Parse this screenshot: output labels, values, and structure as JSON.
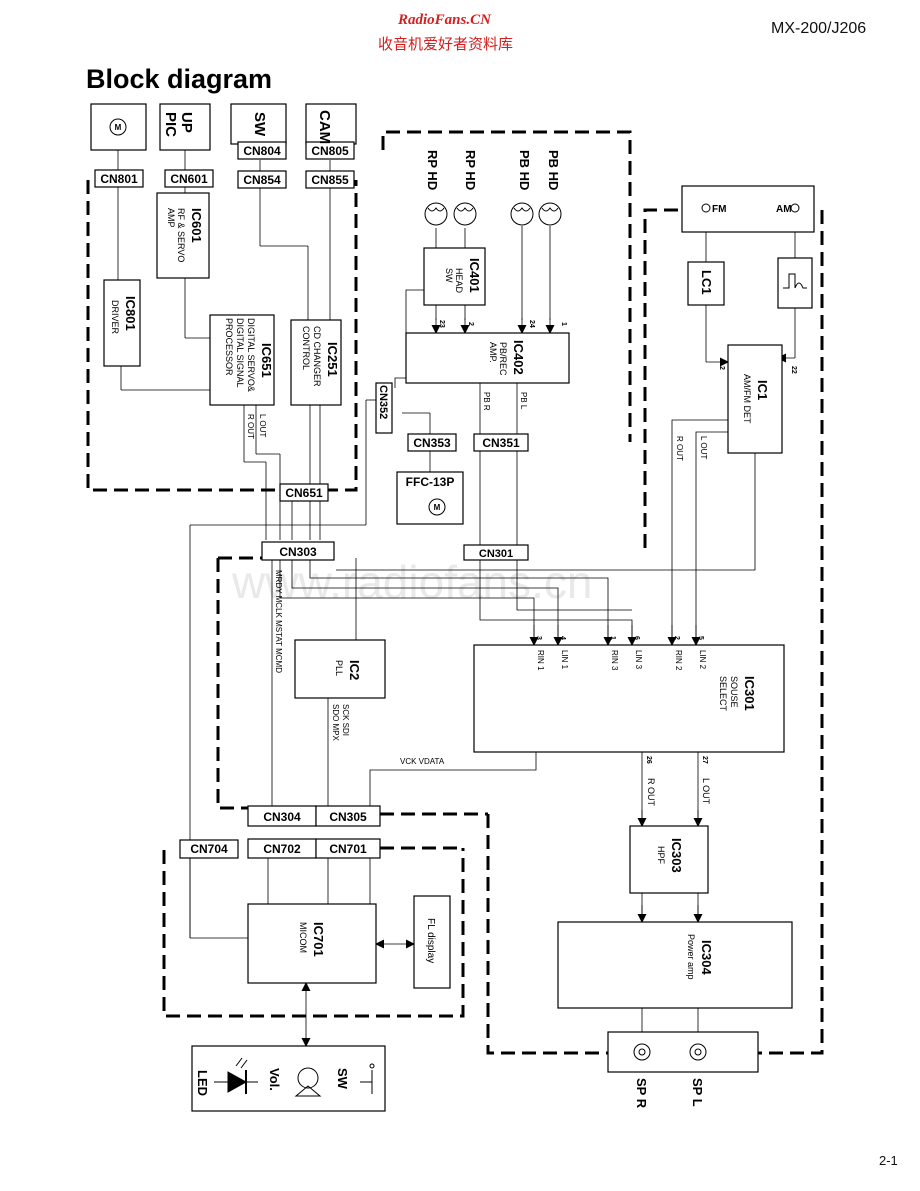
{
  "header": {
    "site_name": "RadioFans.CN",
    "site_subtitle": "收音机爱好者资料库",
    "model": "MX-200/J206",
    "watermark": "www.radiofans.cn"
  },
  "title": "Block diagram",
  "page_number": "2-1",
  "components": {
    "motor": "M",
    "pickup_l1": "PIC",
    "pickup_l2": "UP",
    "sw": "SW",
    "cam": "CAM",
    "cn801": "CN801",
    "cn601": "CN601",
    "cn804": "CN804",
    "cn805": "CN805",
    "cn854": "CN854",
    "cn855": "CN855",
    "ic601_name": "IC601",
    "ic601_l1": "RF & SERVO",
    "ic601_l2": "AMP",
    "ic801_name": "IC801",
    "ic801_l1": "DRIVER",
    "ic651_name": "IC651",
    "ic651_l1": "DIGITAL SERVO&",
    "ic651_l2": "DIGITAL SIGNAL",
    "ic651_l3": "PROCESSOR",
    "ic251_name": "IC251",
    "ic251_l1": "CD CHANGER",
    "ic251_l2": "CONTROL",
    "lout_cd": "L OUT",
    "rout_cd": "R OUT",
    "cn651": "CN651",
    "rp_hd": "RP HD",
    "pb_hd": "PB HD",
    "ic401_name": "IC401",
    "ic401_l1": "HEAD",
    "ic401_l2": "SW",
    "ic402_name": "IC402",
    "ic402_l1": "PB/REC",
    "ic402_l2": "AMP.",
    "pin23": "23",
    "pin2": "2",
    "pin24": "24",
    "pin1": "1",
    "pbr": "PB R",
    "pbl": "PB L",
    "cn352": "CN352",
    "cn353": "CN353",
    "cn351": "CN351",
    "ffc": "FFC-13P",
    "fm": "FM",
    "am": "AM",
    "lc1": "LC1",
    "ic1_name": "IC1",
    "ic1_l1": "AM/FM DET",
    "ic1_pin2": "2",
    "ic1_pin22": "22",
    "rout_tuner": "R  OUT",
    "lout_tuner": "L  OUT",
    "cn303": "CN303",
    "cn301": "CN301",
    "mbus": "MRDY MCLK MSTAT MCMD",
    "ic2_name": "IC2",
    "ic2_l1": "PLL",
    "ic2_sig1": "SCK SDI",
    "ic2_sig2": "SDO MPX",
    "ic301_name": "IC301",
    "ic301_l1": "SOUSE",
    "ic301_l2": "SELECT",
    "ic301_pins": [
      "3",
      "4",
      "1",
      "6",
      "2",
      "5"
    ],
    "ic301_inputs": [
      "RIN 1",
      "LIN 1",
      "RIN 3",
      "LIN 3",
      "RIN 2",
      "LIN 2"
    ],
    "pin26": "26",
    "pin27": "27",
    "rout": "R OUT",
    "lout": "L OUT",
    "vck": "VCK VDATA",
    "cn304": "CN304",
    "cn305": "CN305",
    "cn704": "CN704",
    "cn702": "CN702",
    "cn701": "CN701",
    "ic701_name": "IC701",
    "ic701_l1": "MICOM",
    "fl": "FL display",
    "ic303_name": "IC303",
    "ic303_l1": "HPF",
    "ic304_name": "IC304",
    "ic304_l1": "Power amp",
    "led": "LED",
    "vol": "Vol.",
    "sw_front": "SW",
    "spr": "SP R",
    "spl": "SP L"
  }
}
